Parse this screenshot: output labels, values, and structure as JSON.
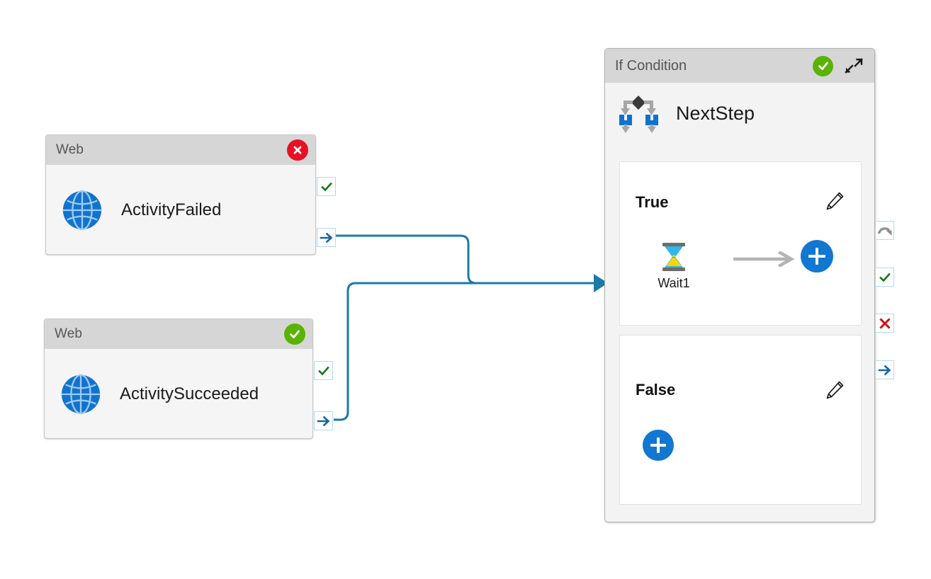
{
  "canvas": {
    "background": "#ffffff",
    "connector_color": "#1a7aa8",
    "accent_blue": "#1177d1",
    "header_grey": "#d6d6d6",
    "success_green": "#5ab302",
    "error_red": "#e81123",
    "badge_border": "#b4d9f4"
  },
  "cards": [
    {
      "title": "Web",
      "label": "ActivityFailed",
      "status_icon": "error-circle-icon",
      "status": "failed",
      "icon": "globe-icon",
      "badges": [
        {
          "icon": "check-icon",
          "name": "success-connector-badge"
        },
        {
          "icon": "arrow-right-icon",
          "name": "next-connector-badge"
        }
      ]
    },
    {
      "title": "Web",
      "label": "ActivitySucceeded",
      "status_icon": "success-circle-icon",
      "status": "succeeded",
      "icon": "globe-icon",
      "badges": [
        {
          "icon": "check-icon",
          "name": "success-connector-badge"
        },
        {
          "icon": "arrow-right-icon",
          "name": "next-connector-badge"
        }
      ]
    }
  ],
  "scope": {
    "title": "If Condition",
    "status_icon": "success-circle-icon",
    "collapse_icon": "collapse-diagonal-icon",
    "subhead_label": "NextStep",
    "subhead_icon": "branch-icon",
    "branches": [
      {
        "label": "True",
        "edit_icon": "pencil-icon",
        "nodes": [
          {
            "label": "Wait1",
            "icon": "hourglass-icon"
          }
        ],
        "flow_arrow": "arrow-right-icon",
        "add_button": "plus-icon"
      },
      {
        "label": "False",
        "edit_icon": "pencil-icon",
        "nodes": [],
        "add_button": "plus-icon"
      }
    ],
    "badges": [
      {
        "icon": "retry-icon",
        "name": "retry-connector-badge"
      },
      {
        "icon": "check-icon",
        "name": "success-connector-badge"
      },
      {
        "icon": "x-icon",
        "name": "failure-connector-badge"
      },
      {
        "icon": "arrow-right-icon",
        "name": "next-connector-badge"
      }
    ]
  }
}
